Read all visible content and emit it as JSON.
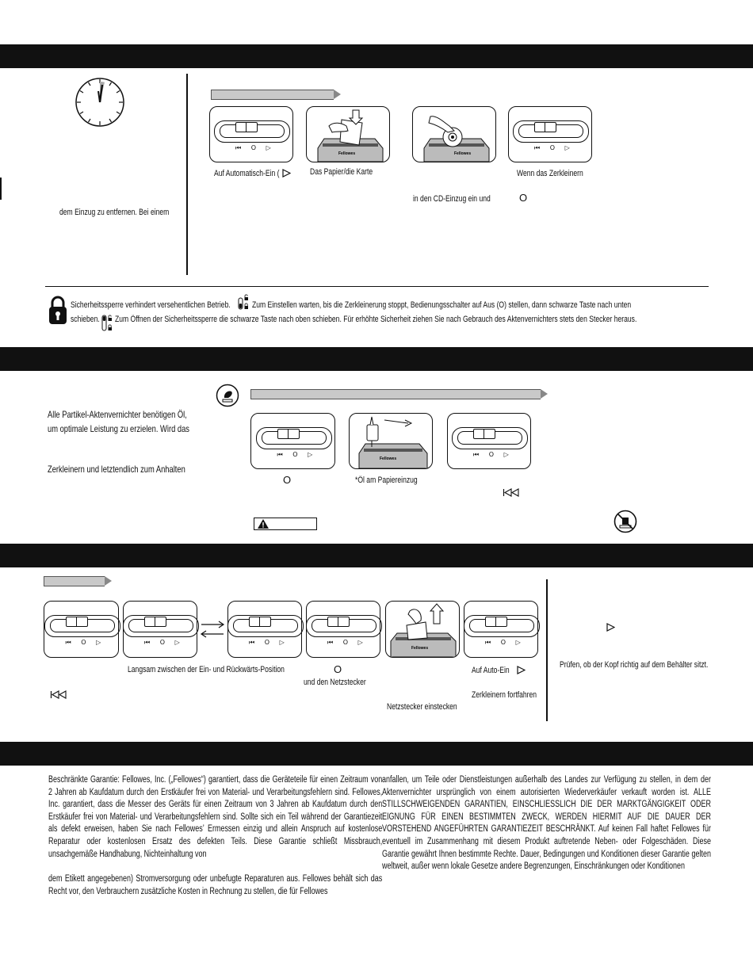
{
  "section1": {
    "steps": {
      "auto_on": "Auf Automatisch-Ein (",
      "paper_card": "Das Papier/die Karte",
      "cd_slot": "in den CD-Einzug ein und",
      "when_done": "Wenn das Zerkleinern"
    },
    "left_text": "dem Einzug zu entfernen. Bei einem",
    "off_symbol": "O"
  },
  "safety_lock": {
    "line1": "Sicherheitssperre verhindert versehentlichen Betrieb.",
    "line1b": "Zum Einstellen warten, bis die Zerkleinerung stoppt, Bedienungsschalter auf Aus (O) stellen, dann schwarze Taste nach unten",
    "line2a": "schieben.",
    "line2b": "Zum Öffnen der Sicherheitssperre die schwarze Taste nach oben schieben. Für erhöhte Sicherheit ziehen Sie nach Gebrauch des Aktenvernichters stets den Stecker heraus."
  },
  "section2": {
    "text_line1": "Alle Partikel-Aktenvernichter benötigen Öl,",
    "text_line2": "um optimale Leistung zu erzielen. Wird das",
    "text_line3": "Zerkleinern und letztendlich zum Anhalten",
    "off_symbol": "O",
    "oil_caption": "*Öl am Papiereinzug",
    "reverse_symbol": "⏮"
  },
  "section3": {
    "caption_slowly": "Langsam zwischen der Ein- und Rückwärts-Position",
    "off_symbol": "O",
    "caption_plug": "und den Netzstecker",
    "caption_auto": "Auf Auto-Ein",
    "caption_continue": "Zerkleinern fortfahren",
    "caption_plugin": "Netzstecker einstecken",
    "reverse_symbol": "⏮",
    "right_play": "▷",
    "right_check": "Prüfen, ob der Kopf richtig auf dem Behälter sitzt."
  },
  "warranty": {
    "left_p1": "Beschränkte Garantie: Fellowes, Inc. („Fellowes“) garantiert, dass die Geräteteile für einen Zeitraum von 2 Jahren  ab Kaufdatum durch den Erstkäufer frei von Material- und Verarbeitungsfehlern sind.  Fellowes, Inc. garantiert, dass die Messer des Geräts für einen Zeitraum von 3 Jahren ab Kaufdatum durch den Erstkäufer frei von Material- und Verarbeitungsfehlern sind. Sollte sich ein Teil während der Garantiezeit als defekt erweisen, haben Sie nach Fellowes’ Ermessen einzig und allein Anspruch auf kostenlose Reparatur oder kostenlosen Ersatz des defekten Teils. Diese Garantie schließt Missbrauch, unsachgemäße Handhabung, Nichteinhaltung von",
    "left_p2": "dem Etikett angegebenen) Stromversorgung oder unbefugte Reparaturen aus. Fellowes behält sich das Recht vor, den Verbrauchern zusätzliche Kosten in Rechnung zu stellen, die für Fellowes",
    "right_p": "anfallen, um Teile oder Dienstleistungen außerhalb des Landes zur Verfügung zu stellen, in dem der Aktenvernichter ursprünglich von einem autorisierten Wiederverkäufer verkauft worden ist. ALLE STILLSCHWEIGENDEN GARANTIEN, EINSCHLIESSLICH DIE DER MARKTGÄNGIGKEIT ODER EIGNUNG FÜR EINEN BESTIMMTEN ZWECK, WERDEN HIERMIT AUF DIE DAUER DER VORSTEHEND ANGEFÜHRTEN GARANTIEZEIT BESCHRÄNKT. Auf keinen Fall haftet Fellowes für eventuell im Zusammenhang mit diesem Produkt auftretende Neben- oder Folgeschäden. Diese Garantie gewährt Ihnen bestimmte Rechte. Dauer, Bedingungen und Konditionen dieser Garantie gelten weltweit, außer wenn lokale Gesetze andere Begrenzungen, Einschränkungen oder Konditionen"
  },
  "colors": {
    "band": "#111111",
    "arrow_bar": "#c9c9c9"
  }
}
